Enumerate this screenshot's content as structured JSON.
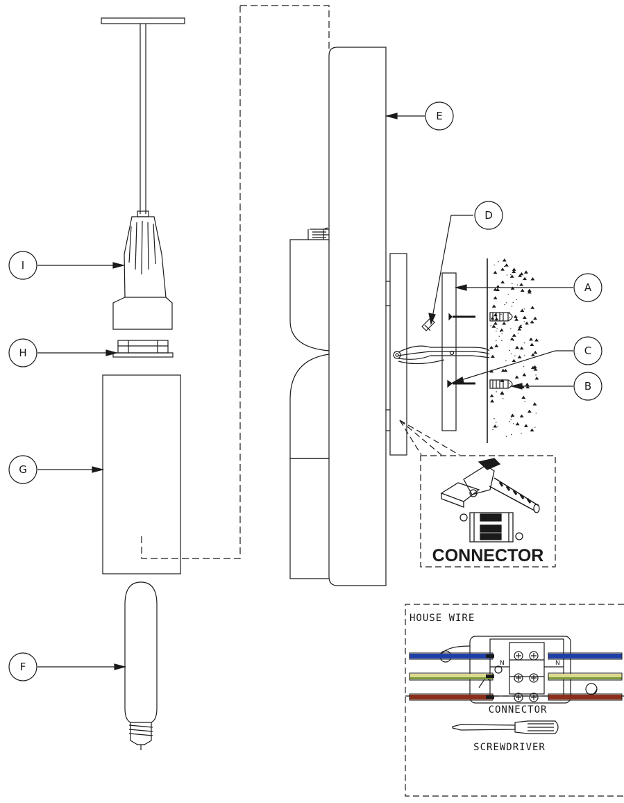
{
  "callouts": {
    "A": "A",
    "B": "B",
    "C": "C",
    "D": "D",
    "E": "E",
    "F": "F",
    "G": "G",
    "H": "H",
    "I": "I"
  },
  "connector_inset": {
    "title": "CONNECTOR"
  },
  "wiring_panel": {
    "house_wire_label": "HOUSE WIRE",
    "connector_label": "CONNECTOR",
    "screwdriver_label": "SCREWDRIVER",
    "n_marks": [
      "N",
      "N"
    ]
  },
  "colors": {
    "wire_blue": "#1f3fa8",
    "wire_yellow": "#dcd98a",
    "wire_green": "#7a9a3e",
    "wire_brown": "#8b2f1a",
    "line": "#1a1a1a"
  }
}
